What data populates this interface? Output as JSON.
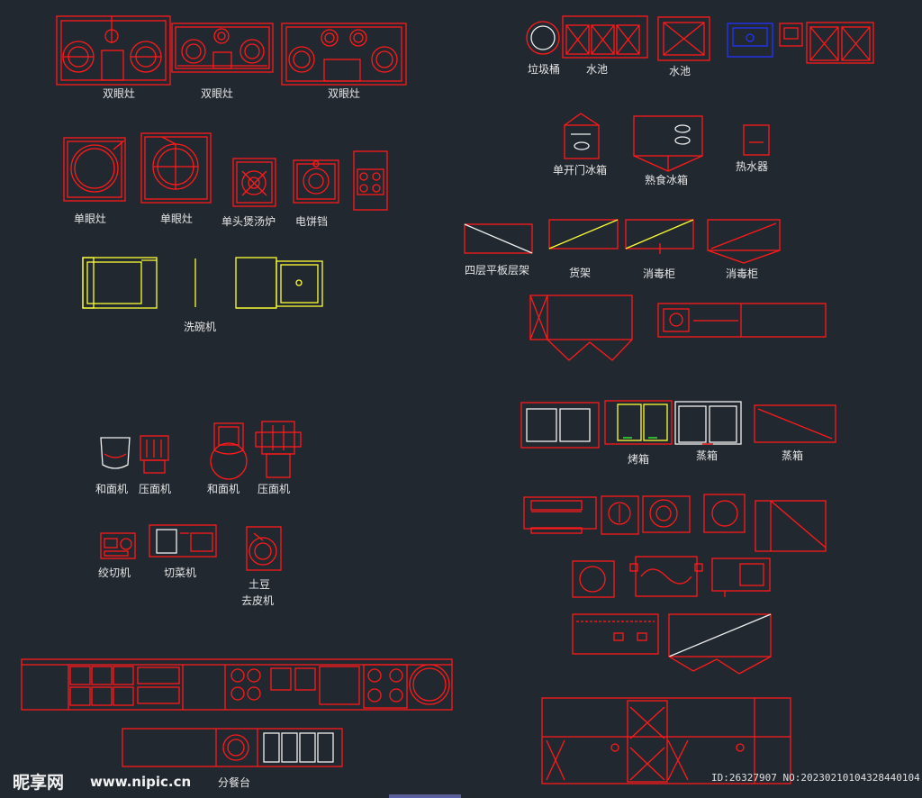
{
  "labels": {
    "stove_double_1": "双眼灶",
    "stove_double_2": "双眼灶",
    "stove_double_3": "双眼灶",
    "stove_single_1": "单眼灶",
    "stove_single_2": "单眼灶",
    "soup_stove": "单头煲汤炉",
    "pancake_pan": "电饼铛",
    "dishwasher": "洗碗机",
    "dough_mixer_1": "和面机",
    "noodle_press_1": "压面机",
    "dough_mixer_2": "和面机",
    "noodle_press_2": "压面机",
    "meat_grinder": "绞切机",
    "vegetable_cutter": "切菜机",
    "potato_peeler_1": "土豆",
    "potato_peeler_2": "去皮机",
    "serving_counter": "分餐台",
    "trash_bin": "垃圾桶",
    "sink_1": "水池",
    "sink_2": "水池",
    "fridge_single": "单开门冰箱",
    "fridge_cooked": "熟食冰箱",
    "water_heater": "热水器",
    "shelf_four": "四层平板层架",
    "goods_shelf": "货架",
    "disinfect_1": "消毒柜",
    "disinfect_2": "消毒柜",
    "oven": "烤箱",
    "steamer_1": "蒸箱",
    "steamer_2": "蒸箱"
  },
  "watermark": {
    "brand": "昵享网",
    "url": "www.nipic.cn",
    "id": "ID:26327907 NO:20230210104328440104"
  },
  "colors": {
    "background": "#212830",
    "primary_line": "#ff1a1a",
    "yellow_line": "#ffff33",
    "blue_line": "#2233ff",
    "white_line": "#f0f0f0",
    "green_line": "#33ff33",
    "label_text": "#e6e6e6"
  }
}
